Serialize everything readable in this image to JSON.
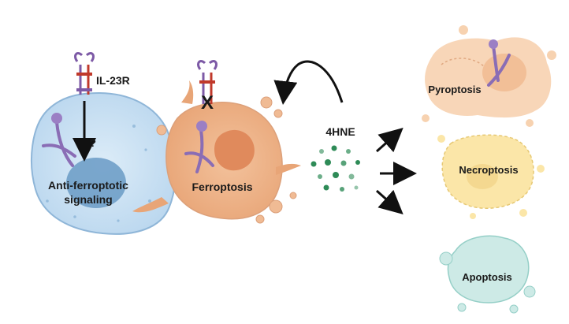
{
  "labels": {
    "receptor": "IL-23R",
    "question": "?",
    "anti_ferroptotic_line1": "Anti-ferroptotic",
    "anti_ferroptotic_line2": "signaling",
    "blocked_mark": "X",
    "ferroptosis": "Ferroptosis",
    "lipid_product": "4HNE",
    "pyroptosis": "Pyroptosis",
    "necroptosis": "Necroptosis",
    "apoptosis": "Apoptosis"
  },
  "colors": {
    "healthy_cell_fill": "#cfe3f3",
    "healthy_cell_stroke": "#8fb6d8",
    "nucleus_fill": "#6f9fc8",
    "ferroptotic_cell_fill": "#efb58a",
    "ferroptotic_nucleus": "#e08a5c",
    "receptor_purple": "#7d5aa6",
    "receptor_red": "#c0392b",
    "pyroptosis_fill": "#f7d2b0",
    "necroptosis_fill": "#fbe6a8",
    "apoptosis_fill": "#cdeae6",
    "hne_dots": "#2e8b57",
    "arrow": "#111111"
  }
}
